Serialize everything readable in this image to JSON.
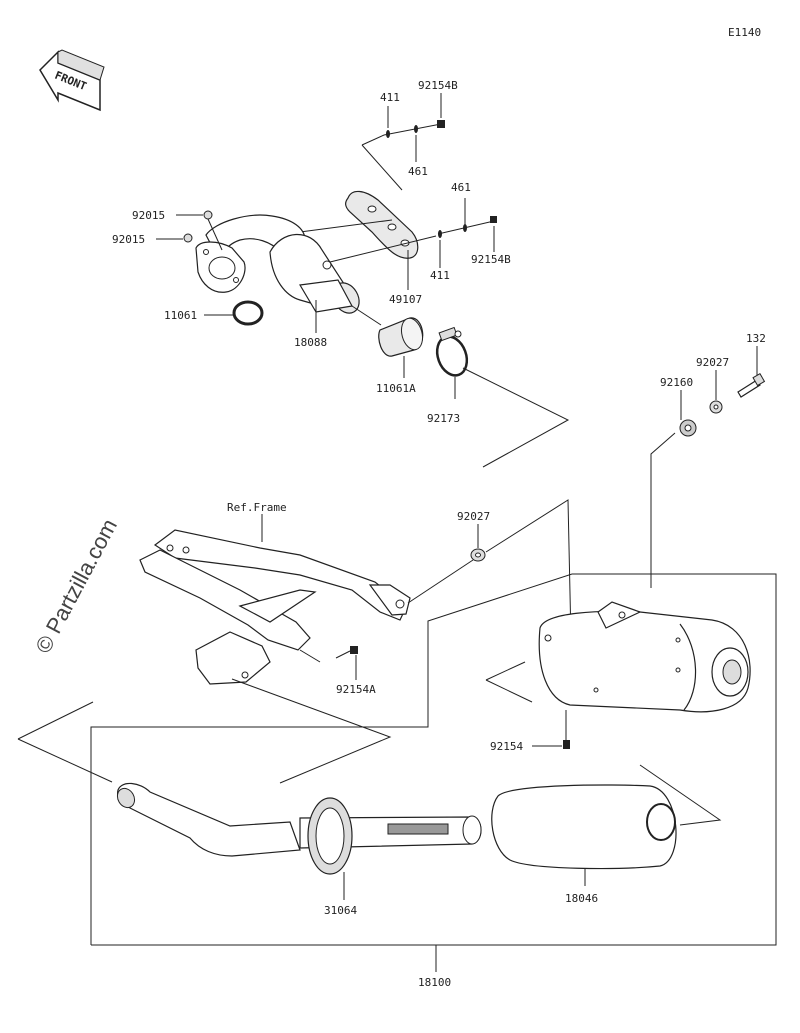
{
  "diagram_code": "E1140",
  "front_arrow_label": "FRONT",
  "watermark": "© Partzilla.com",
  "ref_frame_label": "Ref.Frame",
  "part_numbers": {
    "p92154B_top": "92154B",
    "p411_top": "411",
    "p461_top": "461",
    "p461_mid": "461",
    "p411_mid": "411",
    "p92154B_mid": "92154B",
    "p49107": "49107",
    "p92015_a": "92015",
    "p92015_b": "92015",
    "p11061": "11061",
    "p18088": "18088",
    "p11061A": "11061A",
    "p92173": "92173",
    "p132": "132",
    "p92027_top": "92027",
    "p92160": "92160",
    "p92027_mid": "92027",
    "p92154A": "92154A",
    "p92154": "92154",
    "p31064": "31064",
    "p18046": "18046",
    "p18100": "18100"
  }
}
